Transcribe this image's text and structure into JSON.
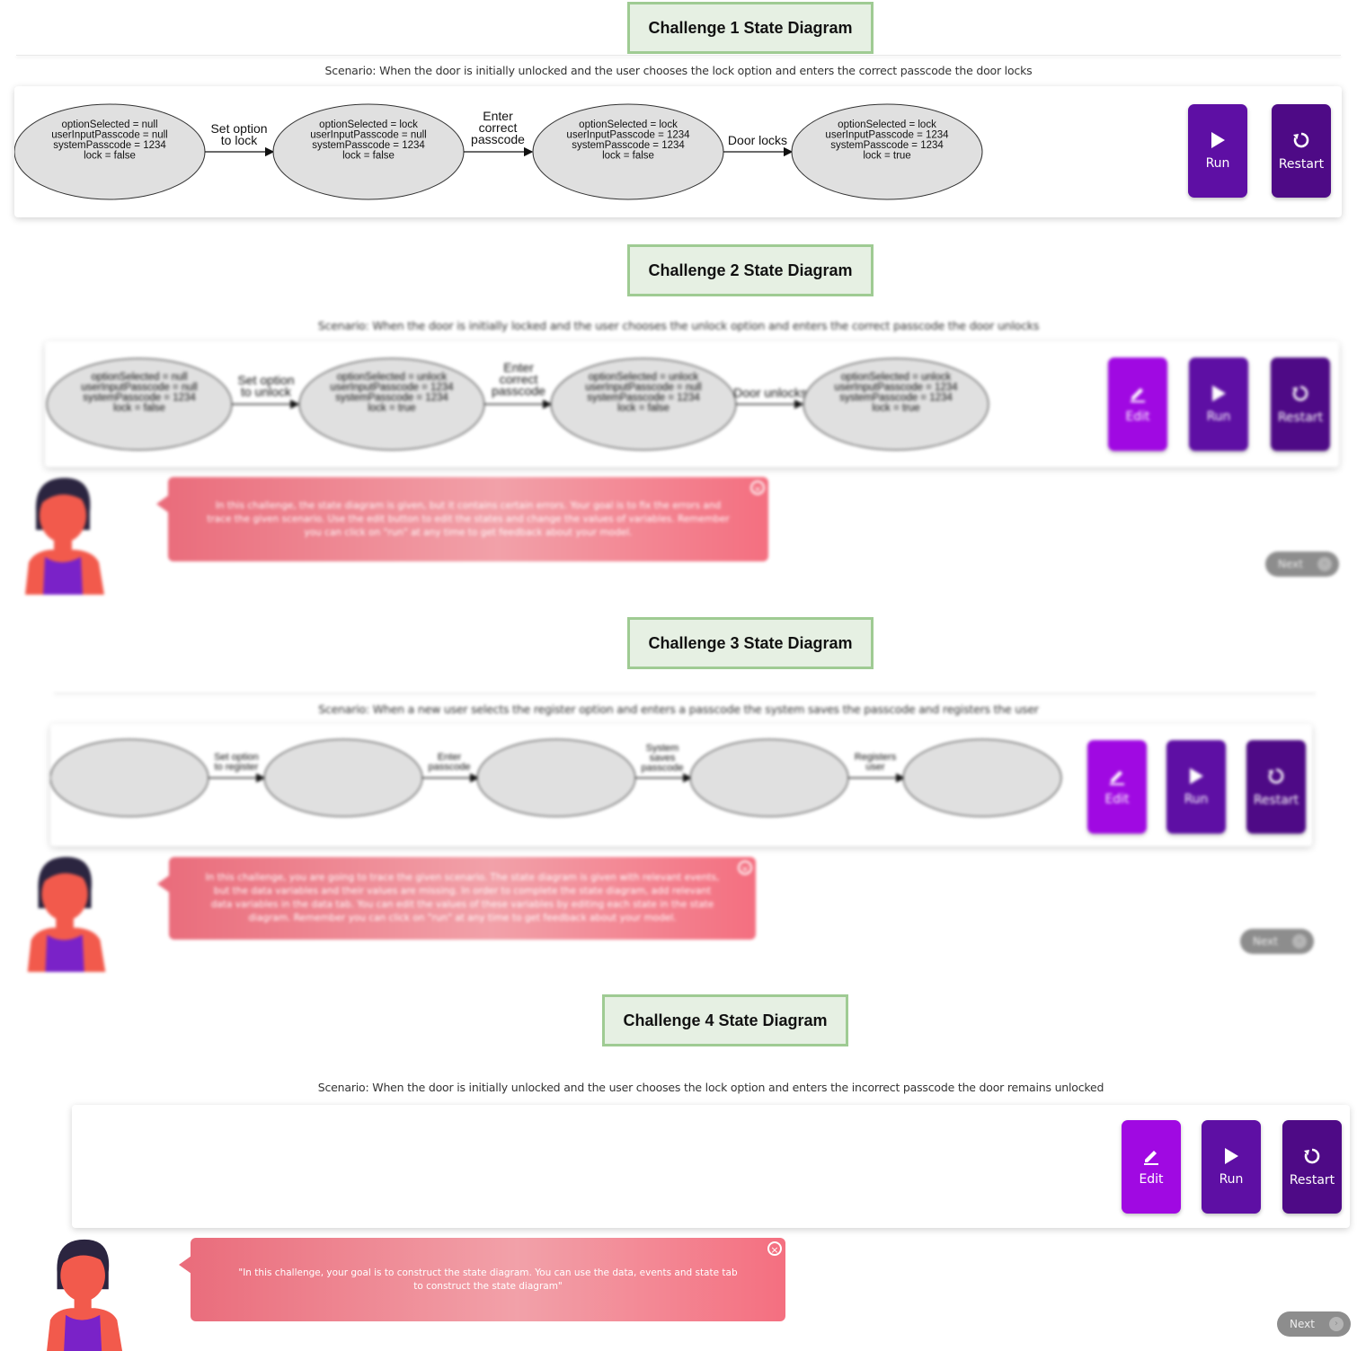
{
  "colors": {
    "edit": "#a009e2",
    "run": "#5e0fa4",
    "restart": "#4e0a86",
    "title_border": "#9fcb93",
    "title_bg": "#e6f0e3",
    "bubble": "#f07a88",
    "state_fill": "#e0e0e0"
  },
  "buttons": {
    "edit": "Edit",
    "run": "Run",
    "restart": "Restart",
    "next": "Next"
  },
  "icons": {
    "edit": "pencil-icon",
    "run": "play-icon",
    "restart": "restart-icon",
    "close": "close-icon",
    "next": "chevron-right-icon",
    "avatar": "avatar-icon"
  },
  "challenges": [
    {
      "title": "Challenge 1 State Diagram",
      "scenario": "Scenario: When the door is initially unlocked and the user chooses the lock option and enters the correct passcode the door locks",
      "states": [
        [
          "optionSelected = null",
          "userInputPasscode = null",
          "systemPasscode = 1234",
          "lock = false"
        ],
        [
          "optionSelected = lock",
          "userInputPasscode = null",
          "systemPasscode = 1234",
          "lock = false"
        ],
        [
          "optionSelected = lock",
          "userInputPasscode = 1234",
          "systemPasscode = 1234",
          "lock = false"
        ],
        [
          "optionSelected = lock",
          "userInputPasscode = 1234",
          "systemPasscode = 1234",
          "lock = true"
        ]
      ],
      "transitions": [
        [
          "Set option",
          "to lock"
        ],
        [
          "Enter",
          "correct",
          "passcode"
        ],
        [
          "Door locks"
        ]
      ]
    },
    {
      "title": "Challenge 2 State Diagram",
      "scenario": "Scenario: When the door is initially locked and the user chooses the unlock option and enters the correct passcode the door unlocks",
      "states": [
        [
          "optionSelected = null",
          "userInputPasscode = null",
          "systemPasscode = 1234",
          "lock = false"
        ],
        [
          "optionSelected = unlock",
          "userInputPasscode = 1234",
          "systemPasscode = 1234",
          "lock = true"
        ],
        [
          "optionSelected = unlock",
          "userInputPasscode = null",
          "systemPasscode = 1234",
          "lock = false"
        ],
        [
          "optionSelected = unlock",
          "userInputPasscode = 1234",
          "systemPasscode = 1234",
          "lock = true"
        ]
      ],
      "transitions": [
        [
          "Set option",
          "to unlock"
        ],
        [
          "Enter",
          "correct",
          "passcode"
        ],
        [
          "Door unlocks"
        ]
      ],
      "message": "In this challenge, the state diagram is given, but it contains certain errors. Your goal is to fix the errors and trace the given scenario. Use the edit button to edit the states and change the values of variables. Remember you can click on \"run\" at any time to get feedback about your model."
    },
    {
      "title": "Challenge 3 State Diagram",
      "scenario": "Scenario: When a new user selects the register option and enters a passcode the system saves the passcode and registers the user",
      "transitions": [
        [
          "Set option",
          "to register"
        ],
        [
          "Enter",
          "passcode"
        ],
        [
          "System",
          "saves",
          "passcode"
        ],
        [
          "Registers",
          "user"
        ]
      ],
      "message": "In this challenge, you are going to trace the given scenario. The state diagram is given with relevant events, but the data variables and their values are missing. In order to complete the state diagram, add relevant data variables in the data tab. You can edit the values of these variables by editing each state in the state diagram. Remember you can click on \"run\" at any time to get feedback about your model."
    },
    {
      "title": "Challenge 4 State Diagram",
      "scenario": "Scenario: When the door is initially unlocked and the user chooses the lock option and enters the incorrect passcode the door remains unlocked",
      "message": "\"In this challenge, your goal is to construct the state diagram. You can use the data, events and state tab to construct the state diagram\""
    }
  ]
}
